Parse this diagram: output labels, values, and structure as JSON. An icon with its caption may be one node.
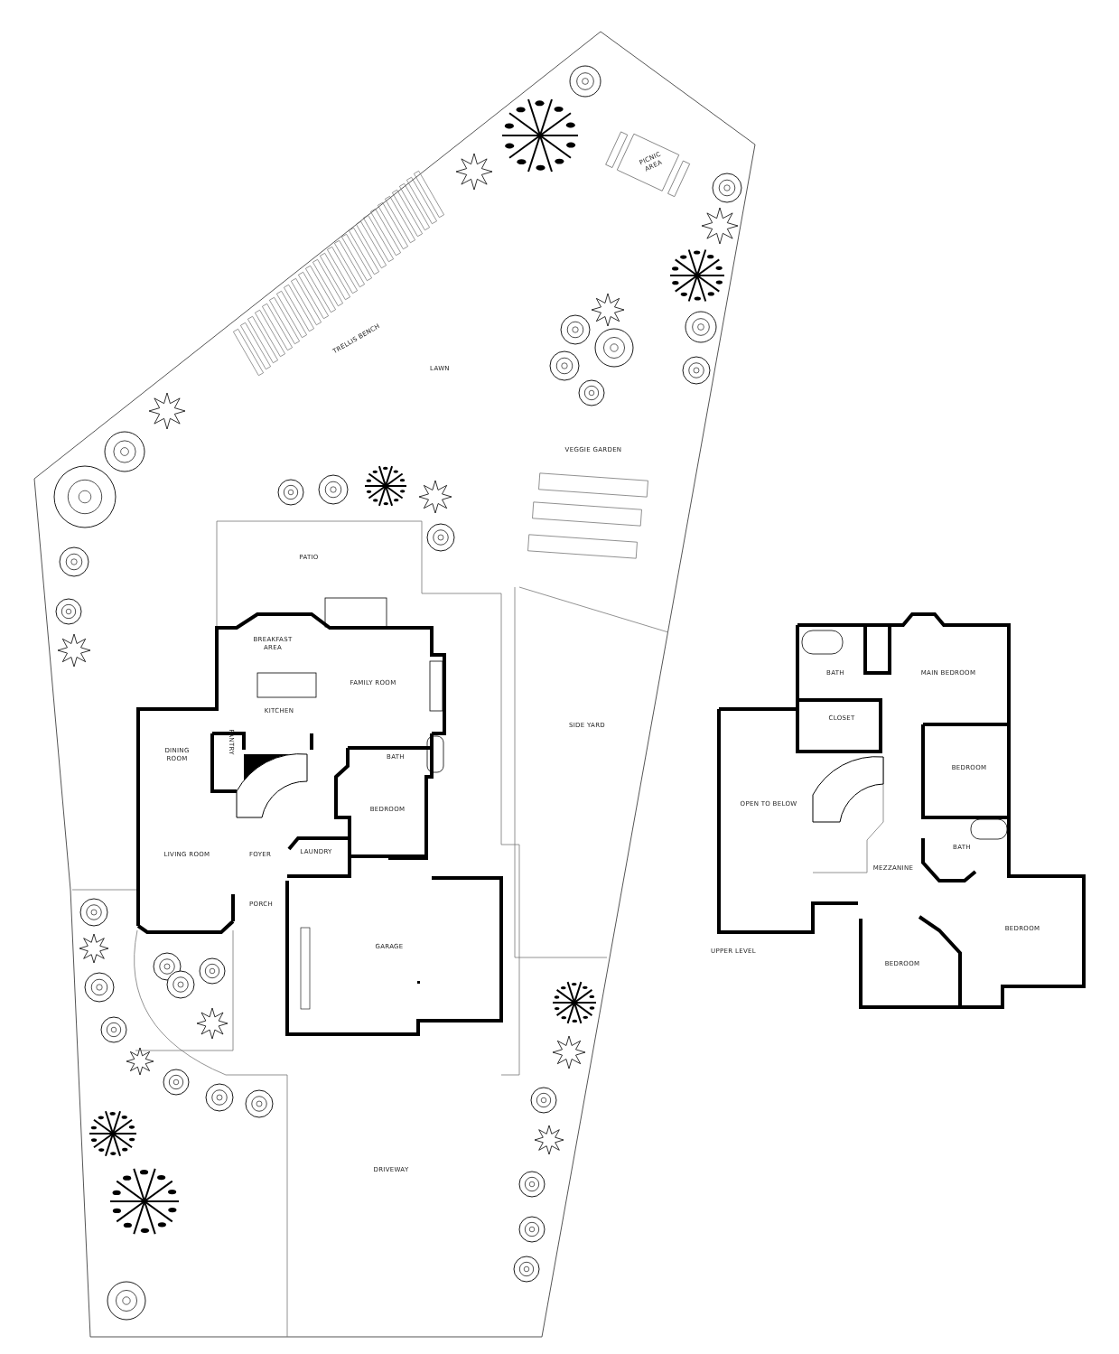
{
  "diagram": {
    "labels": [
      "PICNIC AREA",
      "TRELLIS BENCH",
      "LAWN",
      "VEGGIE GARDEN",
      "PATIO",
      "BREAKFAST AREA",
      "FAMILY ROOM",
      "KITCHEN",
      "DINING ROOM",
      "PANTRY",
      "BATH",
      "BEDROOM",
      "LIVING ROOM",
      "FOYER",
      "LAUNDRY",
      "PORCH",
      "GARAGE",
      "SIDE YARD",
      "DRIVEWAY",
      "BATH",
      "MAIN BEDROOM",
      "CLOSET",
      "BEDROOM",
      "OPEN TO BELOW",
      "BATH",
      "MEZZANINE",
      "BEDROOM",
      "BEDROOM",
      "UPPER LEVEL"
    ]
  }
}
